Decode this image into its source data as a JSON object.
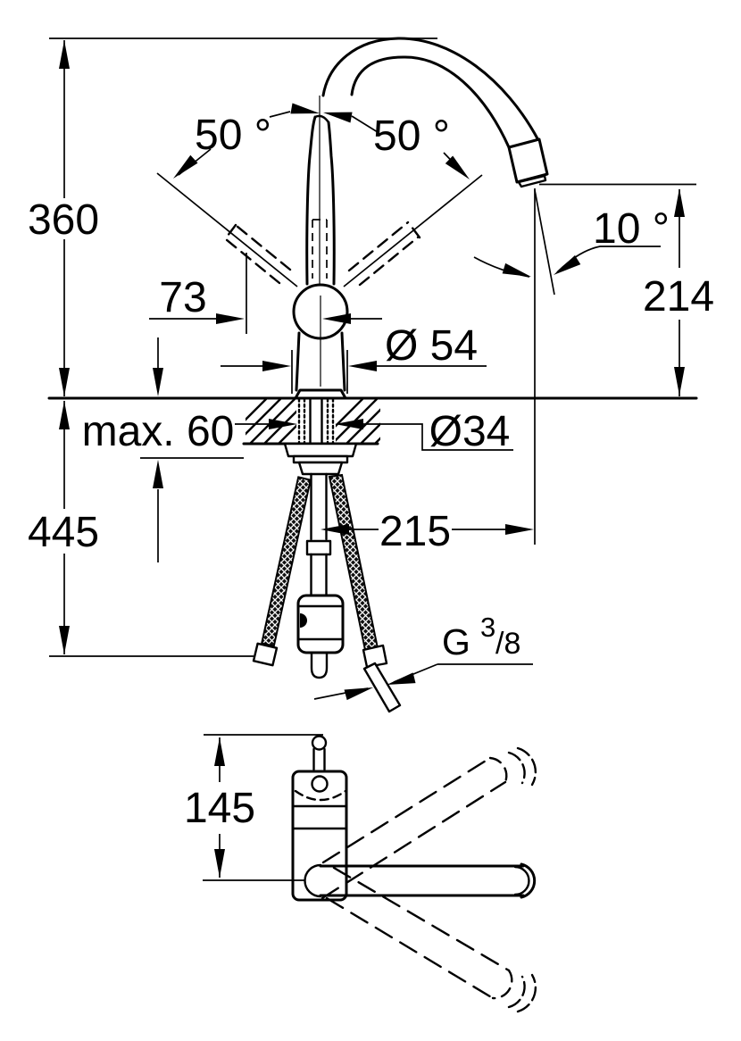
{
  "meta": {
    "drawing_type": "technical-dimension-drawing",
    "background_color": "#ffffff",
    "line_color": "#000000"
  },
  "front_view": {
    "name": "faucet-front-elevation",
    "dimensions": {
      "overall_height": "360",
      "below_deck_height": "445",
      "lever_offset": "73",
      "body_diameter": "Ø 54",
      "max_deck_thickness": "max. 60",
      "mounting_hole_diameter": "Ø34",
      "hose_projection": "215",
      "spout_height": "214",
      "stream_angle": "10 °",
      "lever_angle_left": "50 °",
      "lever_angle_right": "50 °",
      "thread_prefix": "G",
      "thread_numerator": "3",
      "thread_denominator": "/8"
    }
  },
  "plan_view": {
    "name": "faucet-plan-view",
    "dimensions": {
      "body_depth": "145"
    }
  }
}
